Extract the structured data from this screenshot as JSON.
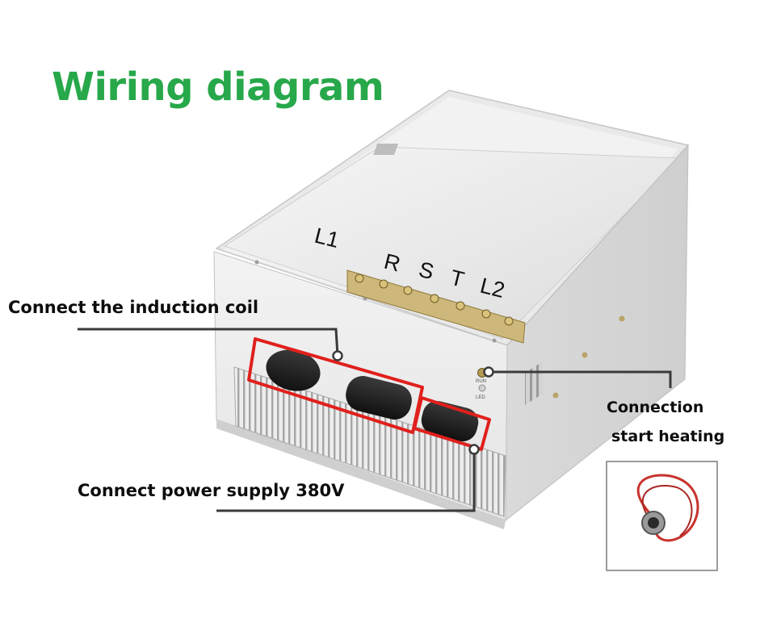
{
  "title": "Wiring diagram",
  "callouts": {
    "induction_coil": "Connect the induction coil",
    "power_supply": "Connect power supply 380V",
    "connection_line1": "Connection",
    "connection_line2": "start heating"
  },
  "terminal_labels": {
    "l1": "L1",
    "r": "R",
    "s": "S",
    "t": "T",
    "l2": "L2"
  },
  "panel_labels": {
    "indicator_top": "RUN",
    "indicator_bottom": "LED"
  },
  "colors": {
    "title": "#27a84a",
    "highlight": "#e0201c",
    "leader": "#3a3a3a",
    "cable": "#c8332d"
  }
}
